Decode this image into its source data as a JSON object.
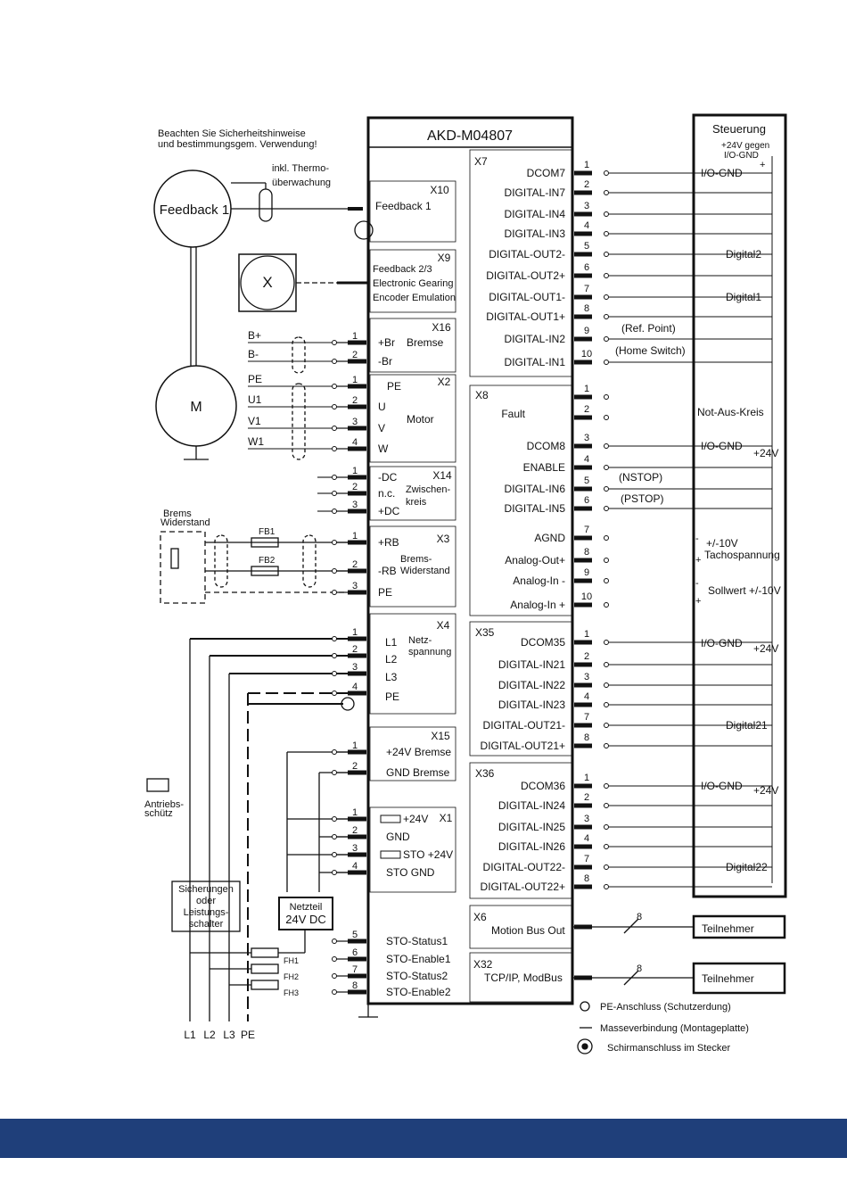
{
  "safety_note": [
    "Beachten Sie Sicherheitshinweise",
    "und bestimmungsgem. Verwendung!"
  ],
  "device_title": "AKD-M04807",
  "control_title": "Steuerung",
  "control_supply": [
    "+24V gegen",
    "I/O-GND"
  ],
  "thermo_note": [
    "inkl. Thermo-",
    "überwachung"
  ],
  "feedback1": "Feedback 1",
  "x_box_label": "X",
  "motor_label": "M",
  "x10": {
    "name": "X10",
    "label": "Feedback 1"
  },
  "x9": {
    "name": "X9",
    "lines": [
      "Feedback 2/3",
      "Electronic Gearing",
      "Encoder Emulation"
    ]
  },
  "x16": {
    "name": "X16",
    "pins": [
      "+Br",
      "-Br"
    ],
    "label": "Bremse",
    "nums": [
      "1",
      "2"
    ],
    "ext": [
      "B+",
      "B-"
    ]
  },
  "x2": {
    "name": "X2",
    "pins": [
      "PE",
      "U",
      "V",
      "W"
    ],
    "label": "Motor",
    "nums": [
      "1",
      "2",
      "3",
      "4"
    ],
    "ext": [
      "PE",
      "U1",
      "V1",
      "W1"
    ]
  },
  "x14": {
    "name": "X14",
    "pins": [
      "-DC",
      "n.c.",
      "+DC"
    ],
    "label": [
      "Zwischen-",
      "kreis"
    ],
    "nums": [
      "1",
      "2",
      "3"
    ]
  },
  "brems_widerstand": [
    "Brems",
    "Widerstand"
  ],
  "fuses_b": [
    "FB1",
    "FB2"
  ],
  "x3": {
    "name": "X3",
    "pins": [
      "+RB",
      "-RB",
      "PE"
    ],
    "label": [
      "Brems-",
      "Widerstand"
    ],
    "nums": [
      "1",
      "2",
      "3"
    ]
  },
  "x4": {
    "name": "X4",
    "pins": [
      "L1",
      "L2",
      "L3",
      "PE"
    ],
    "label": [
      "Netz-",
      "spannung"
    ],
    "nums": [
      "1",
      "2",
      "3",
      "4"
    ]
  },
  "x15": {
    "name": "X15",
    "pins": [
      "+24V Bremse",
      "GND Bremse"
    ],
    "nums": [
      "1",
      "2"
    ]
  },
  "x1": {
    "name": "X1",
    "pins": [
      "+24V",
      "GND",
      "STO +24V",
      "STO GND"
    ],
    "nums": [
      "1",
      "2",
      "3",
      "4"
    ]
  },
  "sto_pins": [
    "STO-Status1",
    "STO-Enable1",
    "STO-Status2",
    "STO-Enable2"
  ],
  "sto_nums": [
    "5",
    "6",
    "7",
    "8"
  ],
  "antriebsschuetz": [
    "Antriebs-",
    "schütz"
  ],
  "sicherungen": [
    "Sicherungen",
    "oder",
    "Leistungs-",
    "schalter"
  ],
  "netzteil": [
    "Netzteil",
    "24V DC"
  ],
  "fuses_h": [
    "FH1",
    "FH2",
    "FH3"
  ],
  "mains_labels": [
    "L1",
    "L2",
    "L3",
    "PE"
  ],
  "x7": {
    "name": "X7",
    "pins": [
      "DCOM7",
      "DIGITAL-IN7",
      "DIGITAL-IN4",
      "DIGITAL-IN3",
      "DIGITAL-OUT2-",
      "DIGITAL-OUT2+",
      "DIGITAL-OUT1-",
      "DIGITAL-OUT1+",
      "DIGITAL-IN2",
      "DIGITAL-IN1"
    ],
    "nums": [
      "1",
      "2",
      "3",
      "4",
      "5",
      "6",
      "7",
      "8",
      "9",
      "10"
    ]
  },
  "x8": {
    "name": "X8",
    "pins": [
      "Fault",
      "DCOM8",
      "ENABLE",
      "DIGITAL-IN6",
      "DIGITAL-IN5"
    ],
    "nums": [
      "1",
      "2",
      "3",
      "4",
      "5",
      "6"
    ]
  },
  "analog": {
    "pins": [
      "AGND",
      "Analog-Out+",
      "Analog-In -",
      "Analog-In +"
    ],
    "nums": [
      "7",
      "8",
      "9",
      "10"
    ]
  },
  "x35": {
    "name": "X35",
    "pins": [
      "DCOM35",
      "DIGITAL-IN21",
      "DIGITAL-IN22",
      "DIGITAL-IN23",
      "DIGITAL-OUT21-",
      "DIGITAL-OUT21+"
    ],
    "nums": [
      "1",
      "2",
      "3",
      "4",
      "7",
      "8"
    ]
  },
  "x36": {
    "name": "X36",
    "pins": [
      "DCOM36",
      "DIGITAL-IN24",
      "DIGITAL-IN25",
      "DIGITAL-IN26",
      "DIGITAL-OUT22-",
      "DIGITAL-OUT22+"
    ],
    "nums": [
      "1",
      "2",
      "3",
      "4",
      "7",
      "8"
    ]
  },
  "x6": {
    "name": "X6",
    "label": "Motion Bus Out"
  },
  "x32": {
    "name": "X32",
    "label": "TCP/IP, ModBus"
  },
  "teilnehmer": "Teilnehmer",
  "bus_count": "8",
  "ctrl_labels": {
    "io_gnd": "I/O-GND",
    "plus24": "+24V",
    "plus": "+",
    "digital2": "Digital2",
    "digital1": "Digital1",
    "digital21": "Digital21",
    "digital22": "Digital22",
    "ref_point": "(Ref. Point)",
    "home_switch": "(Home Switch)",
    "not_aus": "Not-Aus-Kreis",
    "nstop": "(NSTOP)",
    "pstop": "(PSTOP)",
    "tacho": [
      "+/-10V",
      "Tachospannung"
    ],
    "sollwert": "Sollwert +/-10V",
    "minus": "-"
  },
  "legend": [
    "PE-Anschluss (Schutzerdung)",
    "Masseverbindung (Montageplatte)",
    "Schirmanschluss im Stecker"
  ],
  "colors": {
    "footer": "#1f3f7a",
    "line": "#111111"
  }
}
